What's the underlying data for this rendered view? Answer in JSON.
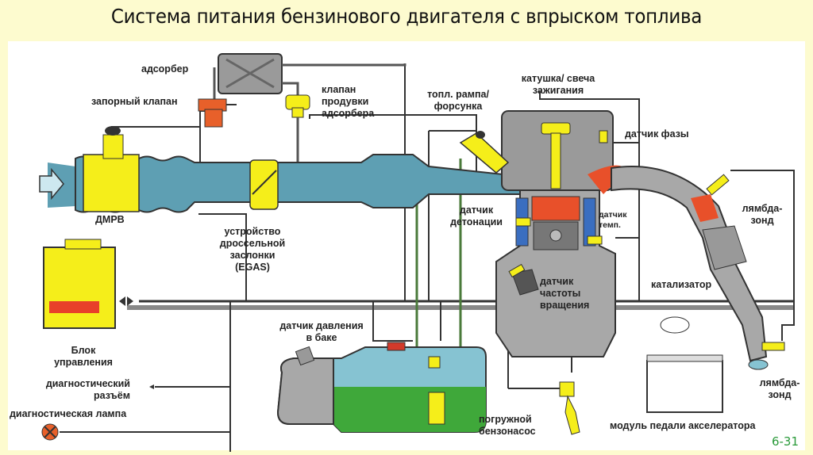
{
  "title": "Система питания бензинового двигателя с впрыском топлива",
  "slide_number": "6-31",
  "colors": {
    "background": "#fdfbcf",
    "panel": "#ffffff",
    "intake_air": "#5e9fb3",
    "component_yellow": "#f5ee1a",
    "combustion_red": "#e8502a",
    "engine_gray": "#a8a8a8",
    "fuel_green": "#3fa83a",
    "fuel_vapor_blue": "#86c3d2",
    "wire": "#333333"
  },
  "labels": {
    "adsorber": "адсорбер",
    "shutoff_valve": "запорный клапан",
    "purge_valve": "клапан\nпродувки\nадсорбера",
    "fuel_rail_injector": "топл. рампа/\nфорсунка",
    "coil_plug": "катушка/ свеча\nзажигания",
    "phase_sensor": "датчик фазы",
    "maf": "ДМРВ",
    "throttle": "устройство\nдроссельной\nзаслонки\n(EGAS)",
    "knock_sensor": "датчик\nдетонации",
    "temp_sensor": "датчик\nтемп.",
    "lambda_1": "лямбда-\nзонд",
    "crank_sensor": "датчик\nчастоты\nвращения",
    "catalyst": "катализатор",
    "ecu": "Блок\nуправления",
    "diag_connector": "диагностический\nразъём",
    "diag_lamp": "диагностическая лампа",
    "tank_pressure": "датчик давления\nв баке",
    "fuel_pump": "погружной\nбензонасос",
    "pedal_module": "модуль педали акселератора",
    "lambda_2": "лямбда-\nзонд"
  }
}
